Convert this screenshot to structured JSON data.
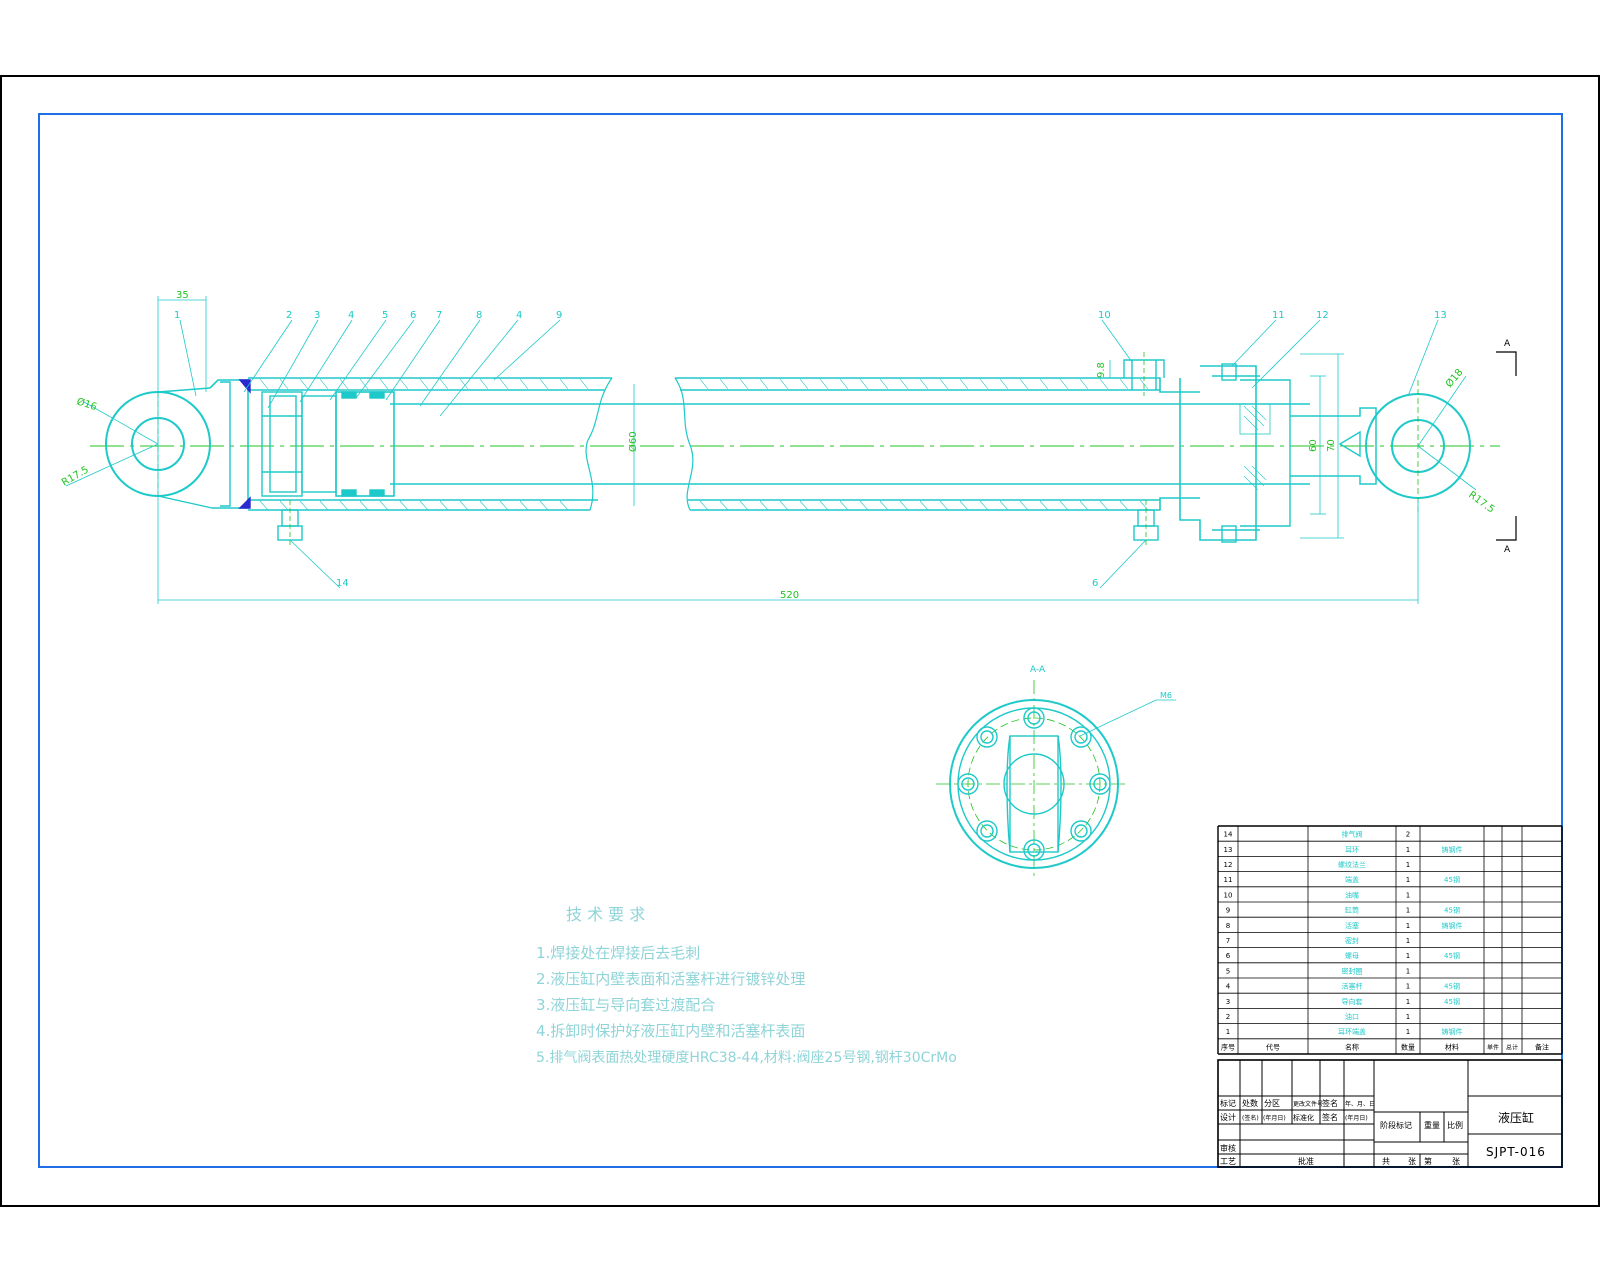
{
  "colors": {
    "line": "#1ec9c9",
    "center": "#22c322",
    "weld": "#2a2ad0",
    "frame": "#1e6fe6",
    "border": "#000000",
    "text": "#8fd4d8"
  },
  "dimensions": {
    "lug_width": "35",
    "left_pin": "Ø16",
    "left_radius": "R17.5",
    "bore": "Ø60",
    "right_pin": "Ø18",
    "right_radius": "R17.5",
    "gland": "60",
    "flange": "70",
    "port_height": "9.8",
    "overall_length": "520"
  },
  "balloons": {
    "top": [
      "1",
      "2",
      "3",
      "4",
      "5",
      "6",
      "7",
      "8",
      "4",
      "9"
    ],
    "right": [
      "10",
      "11",
      "12",
      "13"
    ],
    "bottom": [
      "14",
      "6"
    ]
  },
  "view_label": "A-A",
  "side_view_text": "M6",
  "section_marker": "A",
  "tech": {
    "title": "技 术 要 求",
    "items": [
      "1.焊接处在焊接后去毛刺",
      "2.液压缸内壁表面和活塞杆进行镀锌处理",
      "3.液压缸与导向套过渡配合",
      "4.拆卸时保护好液压缸内壁和活塞杆表面",
      "5.排气阀表面热处理硬度HRC38-44,材料:阀座25号钢,钢杆30CrMo"
    ]
  },
  "bom": {
    "rows": [
      {
        "no": "14",
        "code": "",
        "name": "排气阀",
        "qty": "2",
        "material": ""
      },
      {
        "no": "13",
        "code": "",
        "name": "耳环",
        "qty": "1",
        "material": "铸钢件"
      },
      {
        "no": "12",
        "code": "",
        "name": "螺纹法兰",
        "qty": "1",
        "material": ""
      },
      {
        "no": "11",
        "code": "",
        "name": "端盖",
        "qty": "1",
        "material": "45钢"
      },
      {
        "no": "10",
        "code": "",
        "name": "油嘴",
        "qty": "1",
        "material": ""
      },
      {
        "no": "9",
        "code": "",
        "name": "缸筒",
        "qty": "1",
        "material": "45钢"
      },
      {
        "no": "8",
        "code": "",
        "name": "活塞",
        "qty": "1",
        "material": "铸钢件"
      },
      {
        "no": "7",
        "code": "",
        "name": "密封",
        "qty": "1",
        "material": ""
      },
      {
        "no": "6",
        "code": "",
        "name": "螺母",
        "qty": "1",
        "material": "45钢"
      },
      {
        "no": "5",
        "code": "",
        "name": "密封圈",
        "qty": "1",
        "material": ""
      },
      {
        "no": "4",
        "code": "",
        "name": "活塞杆",
        "qty": "1",
        "material": "45钢"
      },
      {
        "no": "3",
        "code": "",
        "name": "导向套",
        "qty": "1",
        "material": "45钢"
      },
      {
        "no": "2",
        "code": "",
        "name": "油口",
        "qty": "1",
        "material": ""
      },
      {
        "no": "1",
        "code": "",
        "name": "耳环端盖",
        "qty": "1",
        "material": "铸钢件"
      }
    ],
    "header": {
      "no": "序号",
      "code": "代号",
      "name": "名称",
      "qty": "数量",
      "material": "材料",
      "unit_mass": "单件",
      "total_mass": "总计",
      "remark": "备注"
    }
  },
  "title_block": {
    "drawing_name": "液压缸",
    "drawing_no": "SJPT-016",
    "r1": [
      "标记",
      "处数",
      "分区",
      "更改文件号",
      "签名",
      "年、月、日"
    ],
    "r2": [
      "设计",
      "(签名)",
      "(年月日)",
      "标准化",
      "签名",
      "(年月日)"
    ],
    "stage_label": "阶段标记",
    "weight_label": "重量",
    "scale_label": "比例",
    "review": "审核",
    "process": "工艺",
    "approve": "批准",
    "sheets_total": "共",
    "sheets_unit": "张",
    "sheet_no": "第",
    "sheet_unit": "张"
  }
}
